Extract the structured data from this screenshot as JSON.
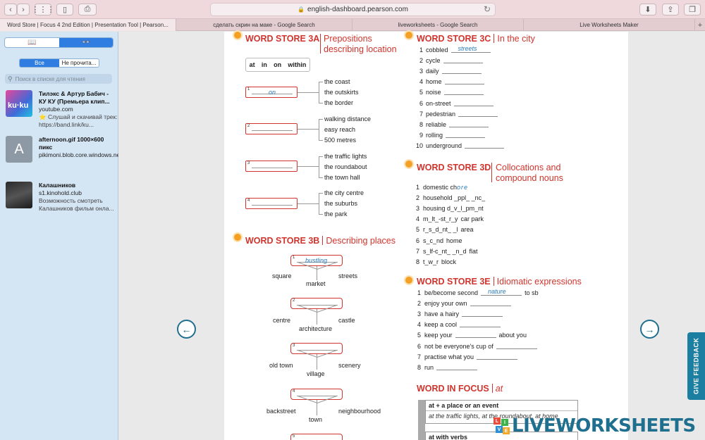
{
  "browser": {
    "url": "english-dashboard.pearson.com",
    "tabs": [
      "Word Store | Focus 4 2nd Edition | Presentation Tool | Pearson...",
      "сделать скрин на маке - Google Search",
      "liveworksheets - Google Search",
      "Live Worksheets Maker"
    ],
    "icons": [
      "back-icon",
      "forward-icon",
      "grid-icon",
      "sidebar-icon",
      "print-icon",
      "lock-icon",
      "reload-icon",
      "download-icon",
      "share-icon",
      "tabs-icon",
      "plus-icon"
    ]
  },
  "sidebar": {
    "mode_icons": [
      "book-icon",
      "glasses-icon"
    ],
    "filter_all": "Все",
    "filter_unread": "Не прочита...",
    "search_placeholder": "Поиск в списке для чтения",
    "items": [
      {
        "title": "Тилэкс & Артур Бабич - КУ КУ (Премьера клип...",
        "source": "youtube.com",
        "snippet": "⭐️ Слушай и скачивай трек: https://band.link/ku..."
      },
      {
        "title": "afternoon.gif 1000×600 пикс",
        "source": "pikimoni.blob.core.windows.net",
        "snippet": "",
        "thumb_letter": "A"
      },
      {
        "title": "Калашников",
        "source": "s1.kinohold.club",
        "snippet": "Возможность смотреть Калашников фильм онла..."
      }
    ]
  },
  "ws3a": {
    "title": "WORD STORE 3A",
    "subtitle_l1": "Prepositions",
    "subtitle_l2": "describing location",
    "preps": [
      "at",
      "in",
      "on",
      "within"
    ],
    "boxes": [
      {
        "n": "1",
        "answer": "on",
        "items": [
          "the coast",
          "the outskirts",
          "the border"
        ]
      },
      {
        "n": "2",
        "answer": "",
        "items": [
          "walking distance",
          "easy reach",
          "500 metres"
        ]
      },
      {
        "n": "3",
        "answer": "",
        "items": [
          "the traffic lights",
          "the roundabout",
          "the town hall"
        ]
      },
      {
        "n": "4",
        "answer": "",
        "items": [
          "the city centre",
          "the suburbs",
          "the park"
        ]
      }
    ]
  },
  "ws3b": {
    "title": "WORD STORE 3B",
    "subtitle": "Describing places",
    "groups": [
      {
        "n": "1",
        "answer": "bustling",
        "left": "square",
        "right": "streets",
        "bottom": "market"
      },
      {
        "n": "2",
        "answer": "",
        "left": "centre",
        "right": "castle",
        "bottom": "architecture"
      },
      {
        "n": "3",
        "answer": "",
        "left": "old town",
        "right": "scenery",
        "bottom": "village"
      },
      {
        "n": "4",
        "answer": "",
        "left": "backstreet",
        "right": "neighbourhood",
        "bottom": "town"
      },
      {
        "n": "5"
      }
    ]
  },
  "ws3c": {
    "title": "WORD STORE 3C",
    "subtitle": "In the city",
    "items": [
      {
        "n": "1",
        "word": "cobbled",
        "answer": "streets"
      },
      {
        "n": "2",
        "word": "cycle"
      },
      {
        "n": "3",
        "word": "daily"
      },
      {
        "n": "4",
        "word": "home"
      },
      {
        "n": "5",
        "word": "noise"
      },
      {
        "n": "6",
        "word": "on-street"
      },
      {
        "n": "7",
        "word": "pedestrian"
      },
      {
        "n": "8",
        "word": "reliable"
      },
      {
        "n": "9",
        "word": "rolling"
      },
      {
        "n": "10",
        "word": "underground"
      }
    ]
  },
  "ws3d": {
    "title": "WORD STORE 3D",
    "subtitle_l1": "Collocations and",
    "subtitle_l2": "compound nouns",
    "items": [
      {
        "n": "1",
        "pre": "domestic",
        "word": "ch",
        "answer": "ore",
        "post": ""
      },
      {
        "n": "2",
        "pre": "household",
        "word": "_ppl_ _nc_",
        "post": ""
      },
      {
        "n": "3",
        "pre": "housing",
        "word": "d_v_l_pm_nt",
        "post": ""
      },
      {
        "n": "4",
        "pre": "",
        "word": "m_lt_-st_r_y",
        "post": "car park"
      },
      {
        "n": "5",
        "pre": "",
        "word": "r_s_d_nt_ _l",
        "post": "area"
      },
      {
        "n": "6",
        "pre": "",
        "word": "s_c_nd",
        "post": "home"
      },
      {
        "n": "7",
        "pre": "",
        "word": "s_lf-c_nt_ _n_d",
        "post": "flat"
      },
      {
        "n": "8",
        "pre": "",
        "word": "t_w_r",
        "post": "block"
      }
    ]
  },
  "ws3e": {
    "title": "WORD STORE 3E",
    "subtitle": "Idiomatic expressions",
    "items": [
      {
        "n": "1",
        "text": "be/become second",
        "answer": "nature",
        "post": "to sb"
      },
      {
        "n": "2",
        "text": "enjoy your own",
        "post": ""
      },
      {
        "n": "3",
        "text": "have a hairy",
        "post": ""
      },
      {
        "n": "4",
        "text": "keep a cool",
        "post": ""
      },
      {
        "n": "5",
        "text": "keep your",
        "post": "about you"
      },
      {
        "n": "6",
        "text": "not be everyone's cup of",
        "post": ""
      },
      {
        "n": "7",
        "text": "practise what you",
        "post": ""
      },
      {
        "n": "8",
        "text": "run",
        "post": ""
      }
    ]
  },
  "focus": {
    "title": "WORD IN FOCUS",
    "subtitle": "at",
    "row1_head": "at + a place or an event",
    "row1_example_a": "at the traffic lights, at ",
    "row1_example_b": "the roundabout, at home",
    "row2_head": "at with verbs"
  },
  "feedback_label": "GIVE FEEDBACK",
  "logo_text": "LIVEWORKSHEETS",
  "logo_letters": [
    "L",
    "I",
    "V",
    "E"
  ]
}
